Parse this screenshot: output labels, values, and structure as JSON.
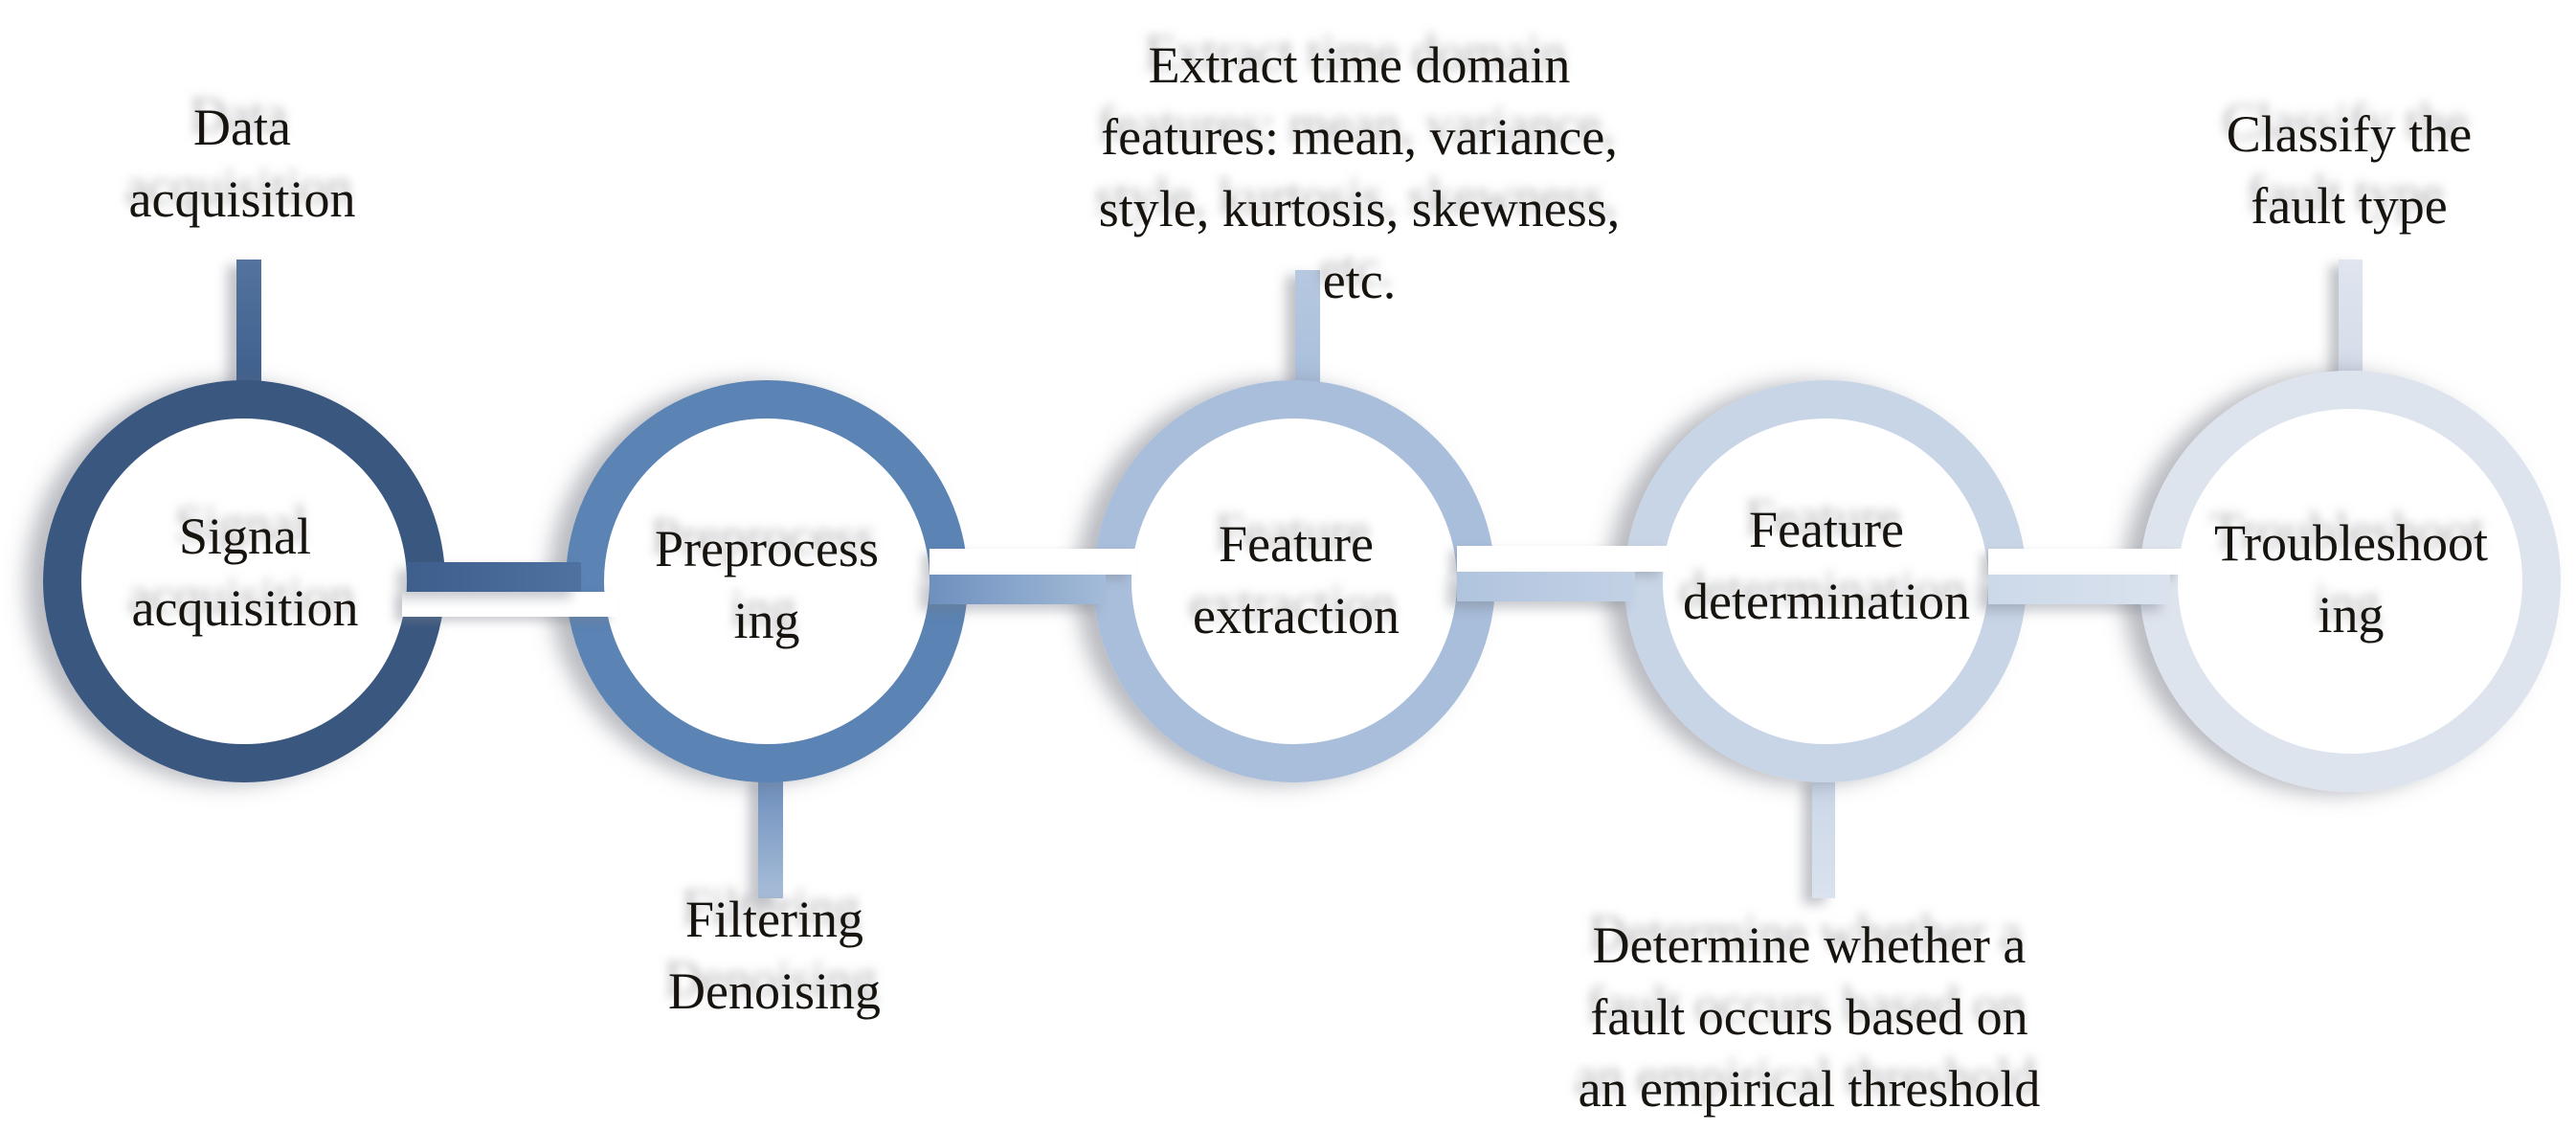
{
  "figure": {
    "type": "process-flow-diagram",
    "background": "#ffffff",
    "text_color": "#17140f",
    "steps": [
      {
        "order": 1,
        "label": "Signal\nacquisition",
        "ring_color": "#3a577f",
        "annotation": "Data\nacquisition",
        "annotation_position": "top"
      },
      {
        "order": 2,
        "label": "Preprocess\ning",
        "ring_color": "#5b83b3",
        "annotation": "Filtering\nDenoising",
        "annotation_position": "bottom"
      },
      {
        "order": 3,
        "label": "Feature\nextraction",
        "ring_color": "#a8beda",
        "annotation": "Extract time domain\nfeatures: mean, variance,\nstyle, kurtosis, skewness,\netc.",
        "annotation_position": "top"
      },
      {
        "order": 4,
        "label": "Feature\ndetermination",
        "ring_color": "#c8d5e7",
        "annotation": "Determine whether a\nfault occurs based on\nan empirical threshold",
        "annotation_position": "bottom"
      },
      {
        "order": 5,
        "label": "Troubleshoot\ning",
        "ring_color": "#dee4ee",
        "annotation": "Classify the\nfault type",
        "annotation_position": "top"
      }
    ]
  }
}
